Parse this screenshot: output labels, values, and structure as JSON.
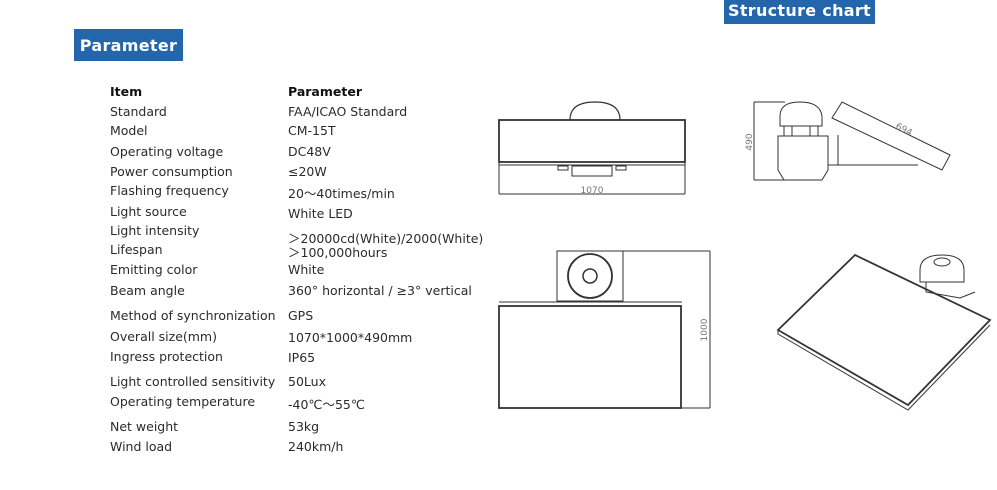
{
  "parameter_section": {
    "title": "Parameter",
    "header": {
      "item": "Item",
      "value": "Parameter"
    },
    "rows": [
      {
        "item": "Standard",
        "value": "FAA/ICAO Standard"
      },
      {
        "item": "Model",
        "value": "CM-15T"
      },
      {
        "item": "Operating voltage",
        "value": "DC48V"
      },
      {
        "item": "Power consumption",
        "value": "≤20W"
      },
      {
        "item": "Flashing frequency",
        "value": "20～40times/min"
      },
      {
        "item": "Light source",
        "value": "White  LED"
      },
      {
        "item": "Light intensity",
        "value": "＞20000cd(White)/2000(White)"
      },
      {
        "item": "Lifespan",
        "value": "＞100,000hours"
      },
      {
        "item": "Emitting color",
        "value": "White"
      },
      {
        "item": "Beam angle",
        "value": "360° horizontal  / ≥3° vertical"
      },
      {
        "item": "Method of synchronization",
        "value": "GPS"
      },
      {
        "item": "Overall size(mm)",
        "value": "1070*1000*490mm"
      },
      {
        "item": "Ingress protection",
        "value": "IP65"
      },
      {
        "item": "Light controlled sensitivity",
        "value": "50Lux"
      },
      {
        "item": "Operating temperature",
        "value": "-40℃～55℃"
      },
      {
        "item": "Net weight",
        "value": "53kg"
      },
      {
        "item": "Wind load",
        "value": "240km/h"
      }
    ]
  },
  "structure_section": {
    "title": "Structure chart",
    "dimensions": {
      "front_width": "1070",
      "side_height": "490",
      "panel_length": "694",
      "top_depth": "1000"
    }
  },
  "colors": {
    "accent": "#2366ac",
    "text": "#2b2b2b"
  }
}
